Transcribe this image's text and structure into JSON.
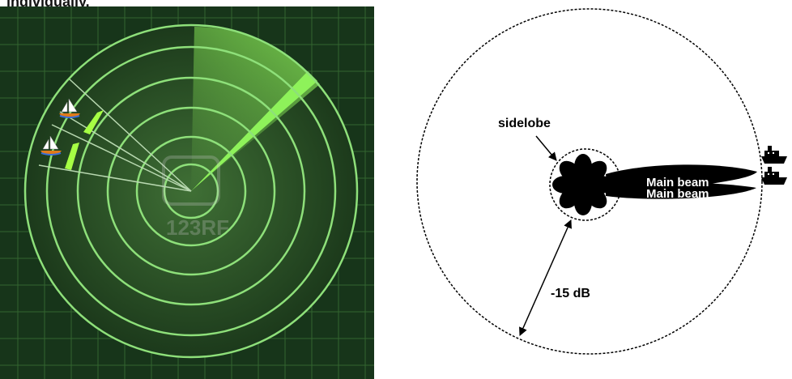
{
  "caption_fragment": "individually.",
  "radar": {
    "watermark": "123RF",
    "colors": {
      "background": "#0f2a12",
      "ring": "#8ee07a",
      "sweep": "#7ee84c"
    }
  },
  "beam": {
    "sidelobe_label": "sidelobe",
    "main_beam_label_1": "Main beam",
    "main_beam_label_2": "Main beam",
    "level_label": "-15 dB"
  }
}
